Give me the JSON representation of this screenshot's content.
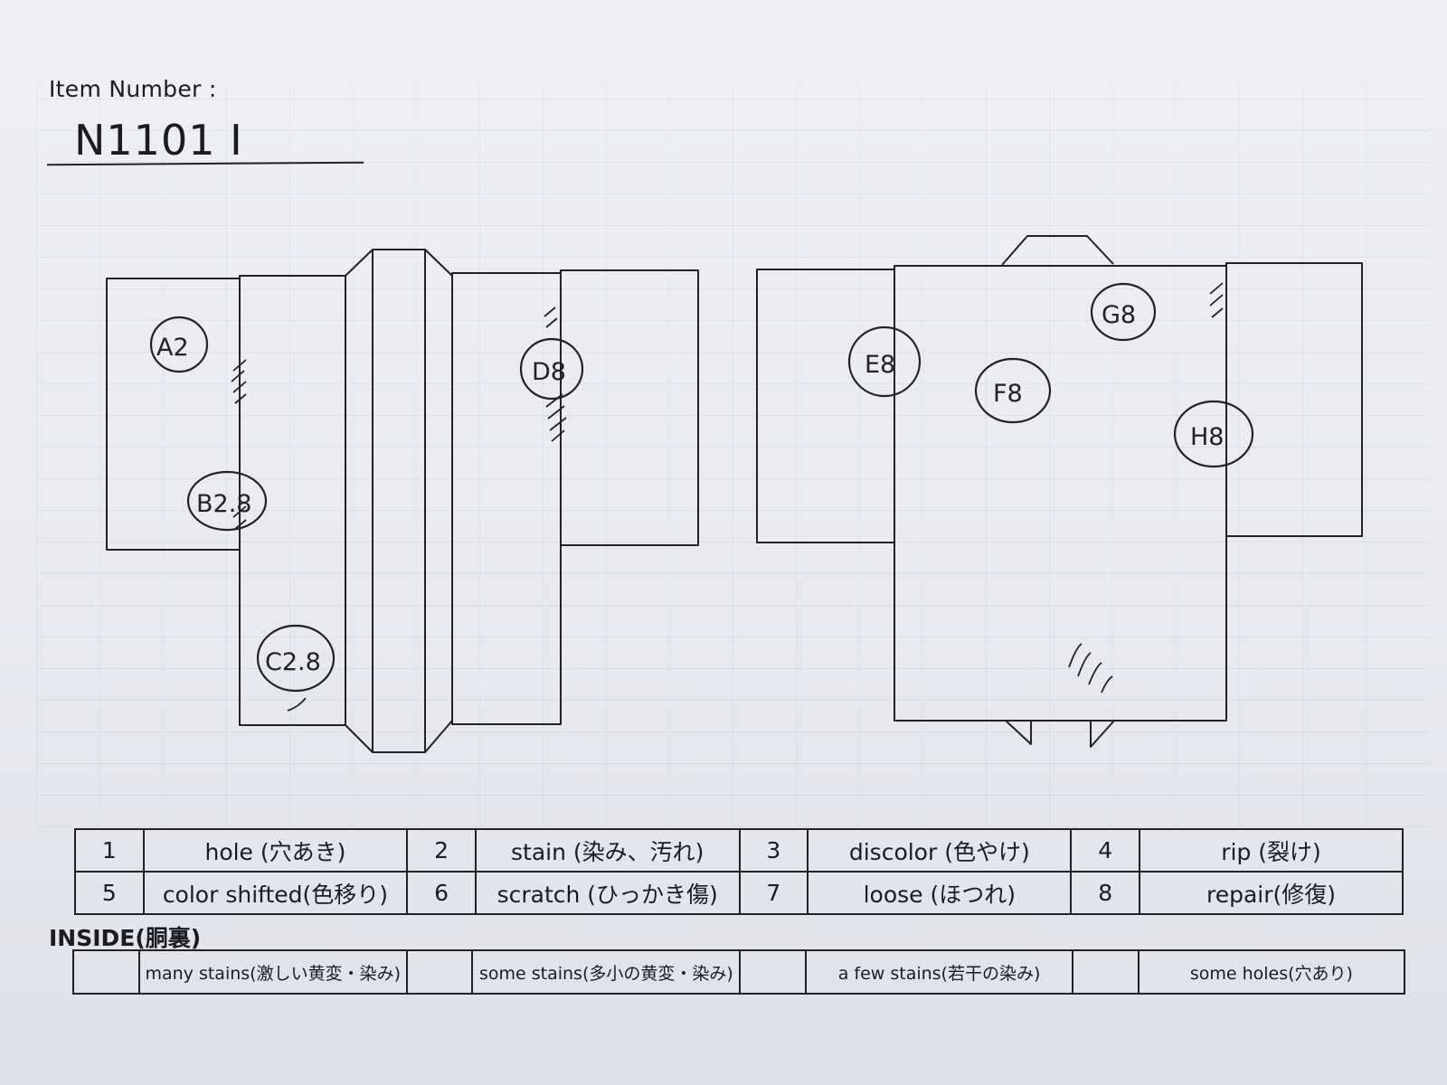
{
  "header": {
    "item_label": "Item Number :",
    "item_number": "N1101   I"
  },
  "annotations": [
    {
      "label": "A2"
    },
    {
      "label": "B2.8"
    },
    {
      "label": "C2.8"
    },
    {
      "label": "D8"
    },
    {
      "label": "E8"
    },
    {
      "label": "F8"
    },
    {
      "label": "G8"
    },
    {
      "label": "H8"
    }
  ],
  "legend": [
    [
      {
        "num": "1",
        "label": "hole (穴あき)"
      },
      {
        "num": "2",
        "label": "stain (染み、汚れ)"
      },
      {
        "num": "3",
        "label": "discolor (色やけ)"
      },
      {
        "num": "4",
        "label": "rip (裂け)"
      }
    ],
    [
      {
        "num": "5",
        "label": "color shifted(色移り)"
      },
      {
        "num": "6",
        "label": "scratch (ひっかき傷)"
      },
      {
        "num": "7",
        "label": "loose (ほつれ)"
      },
      {
        "num": "8",
        "label": "repair(修復)"
      }
    ]
  ],
  "inside": {
    "title": "INSIDE(胴裏)",
    "items": [
      {
        "label": "many stains(激しい黄変・染み)"
      },
      {
        "label": "some stains(多小の黄変・染み)"
      },
      {
        "label": "a few stains(若干の染み)"
      },
      {
        "label": "some holes(穴あり)"
      }
    ]
  }
}
